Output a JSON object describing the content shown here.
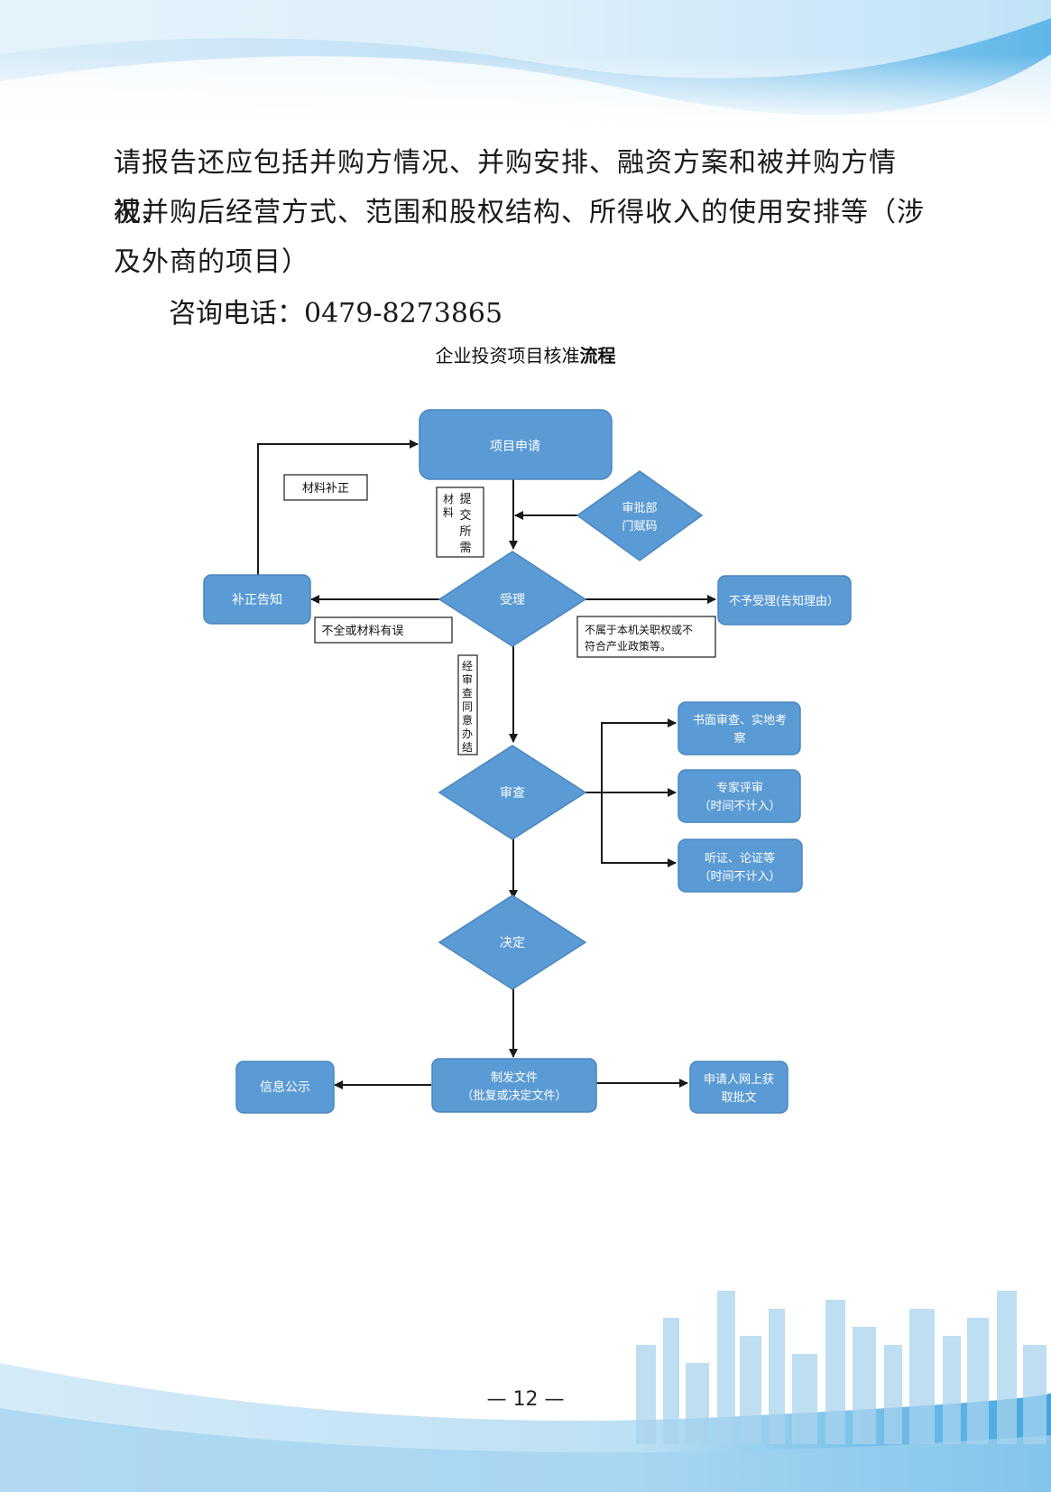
{
  "document": {
    "paragraph_lines": [
      "请报告还应包括并购方情况、并购安排、融资方案和被并购方情况、",
      "被并购后经营方式、范围和股权结构、所得收入的使用安排等（涉",
      "及外商的项目）"
    ],
    "phone": "咨询电话：0479-8273865",
    "flow_title": "企业投资项目核准",
    "flow_title_bold": "流程",
    "page_number": "— 12 —"
  },
  "flowchart": {
    "node_fill": "#5b9bd5",
    "node_stroke": "#4a86c0",
    "apply": "项目申请",
    "approval_dept": [
      "审批部",
      "门赋码"
    ],
    "accept": "受理",
    "correction_notice": "补正告知",
    "reject": "不予受理(告知理由）",
    "review": "审查",
    "written_review": [
      "书面审查、实地考",
      "察"
    ],
    "expert_review": [
      "专家评审",
      "（时间不计入）"
    ],
    "hearing": [
      "听证、论证等",
      "（时间不计入）"
    ],
    "decision": "决定",
    "issue_doc": [
      "制发文件",
      "（批复或决定文件）"
    ],
    "publicity": "信息公示",
    "applicant_get": [
      "申请人网上获",
      "取批文"
    ],
    "label_supplement": "材料补正",
    "label_submit": [
      "提",
      "交",
      "所",
      "需"
    ],
    "label_submit_side": [
      "材",
      "料"
    ],
    "label_incomplete": "不全或材料有误",
    "label_not_authority": [
      "不属于本机关职权或不",
      "符合产业政策等。"
    ],
    "label_accepted": [
      "经",
      "审",
      "查",
      "同",
      "意",
      "办",
      "结"
    ]
  }
}
